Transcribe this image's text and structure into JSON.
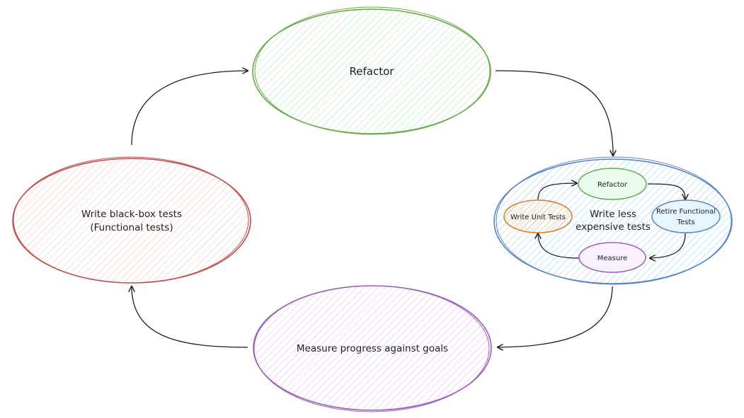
{
  "diagram": {
    "nodes": {
      "refactor": {
        "label": "Refactor",
        "stroke": "#6aaa4a",
        "fill": "#b2f2bb"
      },
      "write_blackbox": {
        "label_line1": "Write black-box tests",
        "label_line2": "(Functional tests)",
        "stroke": "#c0504d",
        "fill": "#ffc9c9"
      },
      "write_less": {
        "label_line1": "Write less",
        "label_line2": "expensive tests",
        "stroke": "#5b84c4",
        "fill": "#a5d8ff"
      },
      "measure_progress": {
        "label": "Measure progress against goals",
        "stroke": "#9c5fb5",
        "fill": "#eebefa"
      }
    },
    "inner_cycle": {
      "refactor": {
        "label": "Refactor",
        "stroke": "#6aaa4a",
        "fill": "#ebfbee"
      },
      "retire_functional": {
        "label_line1": "Retire Functional",
        "label_line2": "Tests",
        "stroke": "#5b84c4",
        "fill": "#e7f5ff"
      },
      "measure": {
        "label": "Measure",
        "stroke": "#9c5fb5",
        "fill": "#f8f0fc"
      },
      "write_unit": {
        "label": "Write Unit Tests",
        "stroke": "#d9822b",
        "fill": "#ffd8a8"
      }
    },
    "edge_color": "#1e1e1e"
  }
}
